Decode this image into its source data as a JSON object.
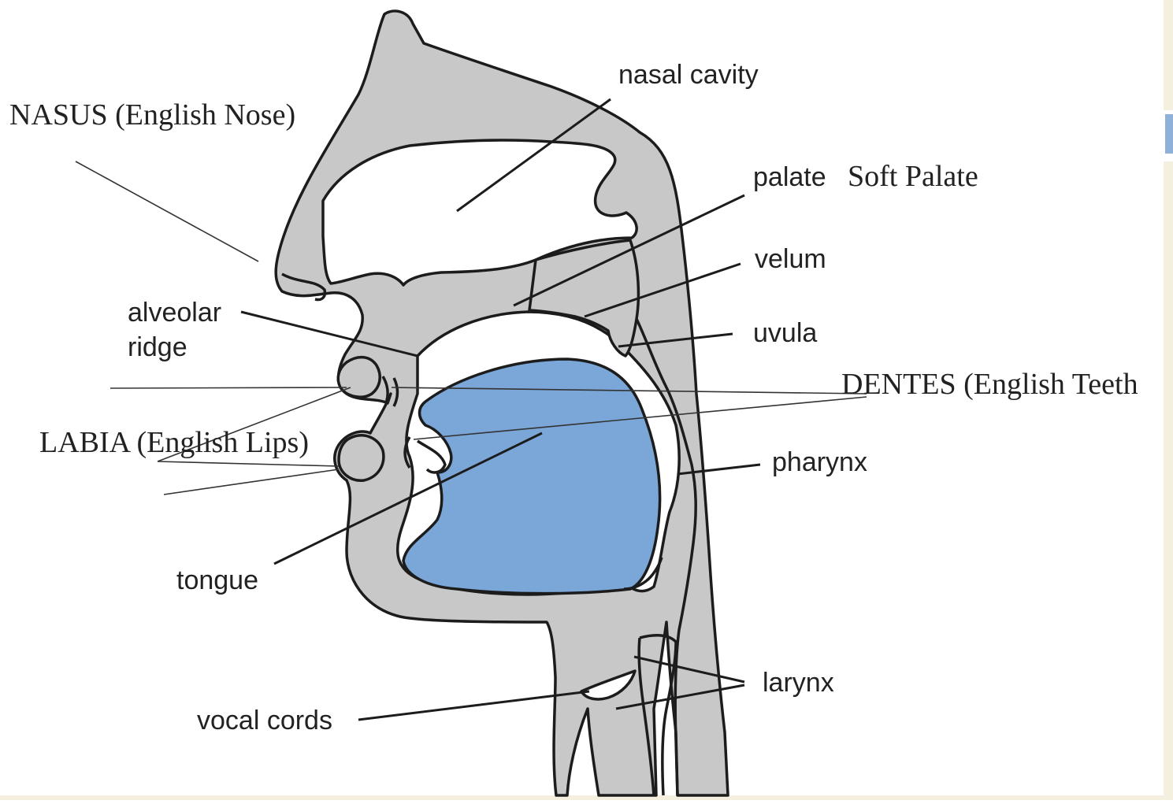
{
  "labels": {
    "nasal_cavity": "nasal cavity",
    "nasus": "NASUS (English Nose)",
    "palate": "palate",
    "soft_palate": "Soft Palate",
    "velum": "velum",
    "alveolar_ridge_line1": "alveolar",
    "alveolar_ridge_line2": "ridge",
    "uvula": "uvula",
    "dentes": "DENTES (English Teeth",
    "labia": "LABIA (English Lips)",
    "pharynx": "pharynx",
    "tongue": "tongue",
    "larynx": "larynx",
    "vocal_cords": "vocal cords"
  },
  "colors": {
    "tissue": "#c8c8c8",
    "tongue": "#7aa6d8",
    "outline": "#1c1c1c",
    "side_bar": "#f4efdf",
    "side_accent": "#8fb0d9"
  }
}
